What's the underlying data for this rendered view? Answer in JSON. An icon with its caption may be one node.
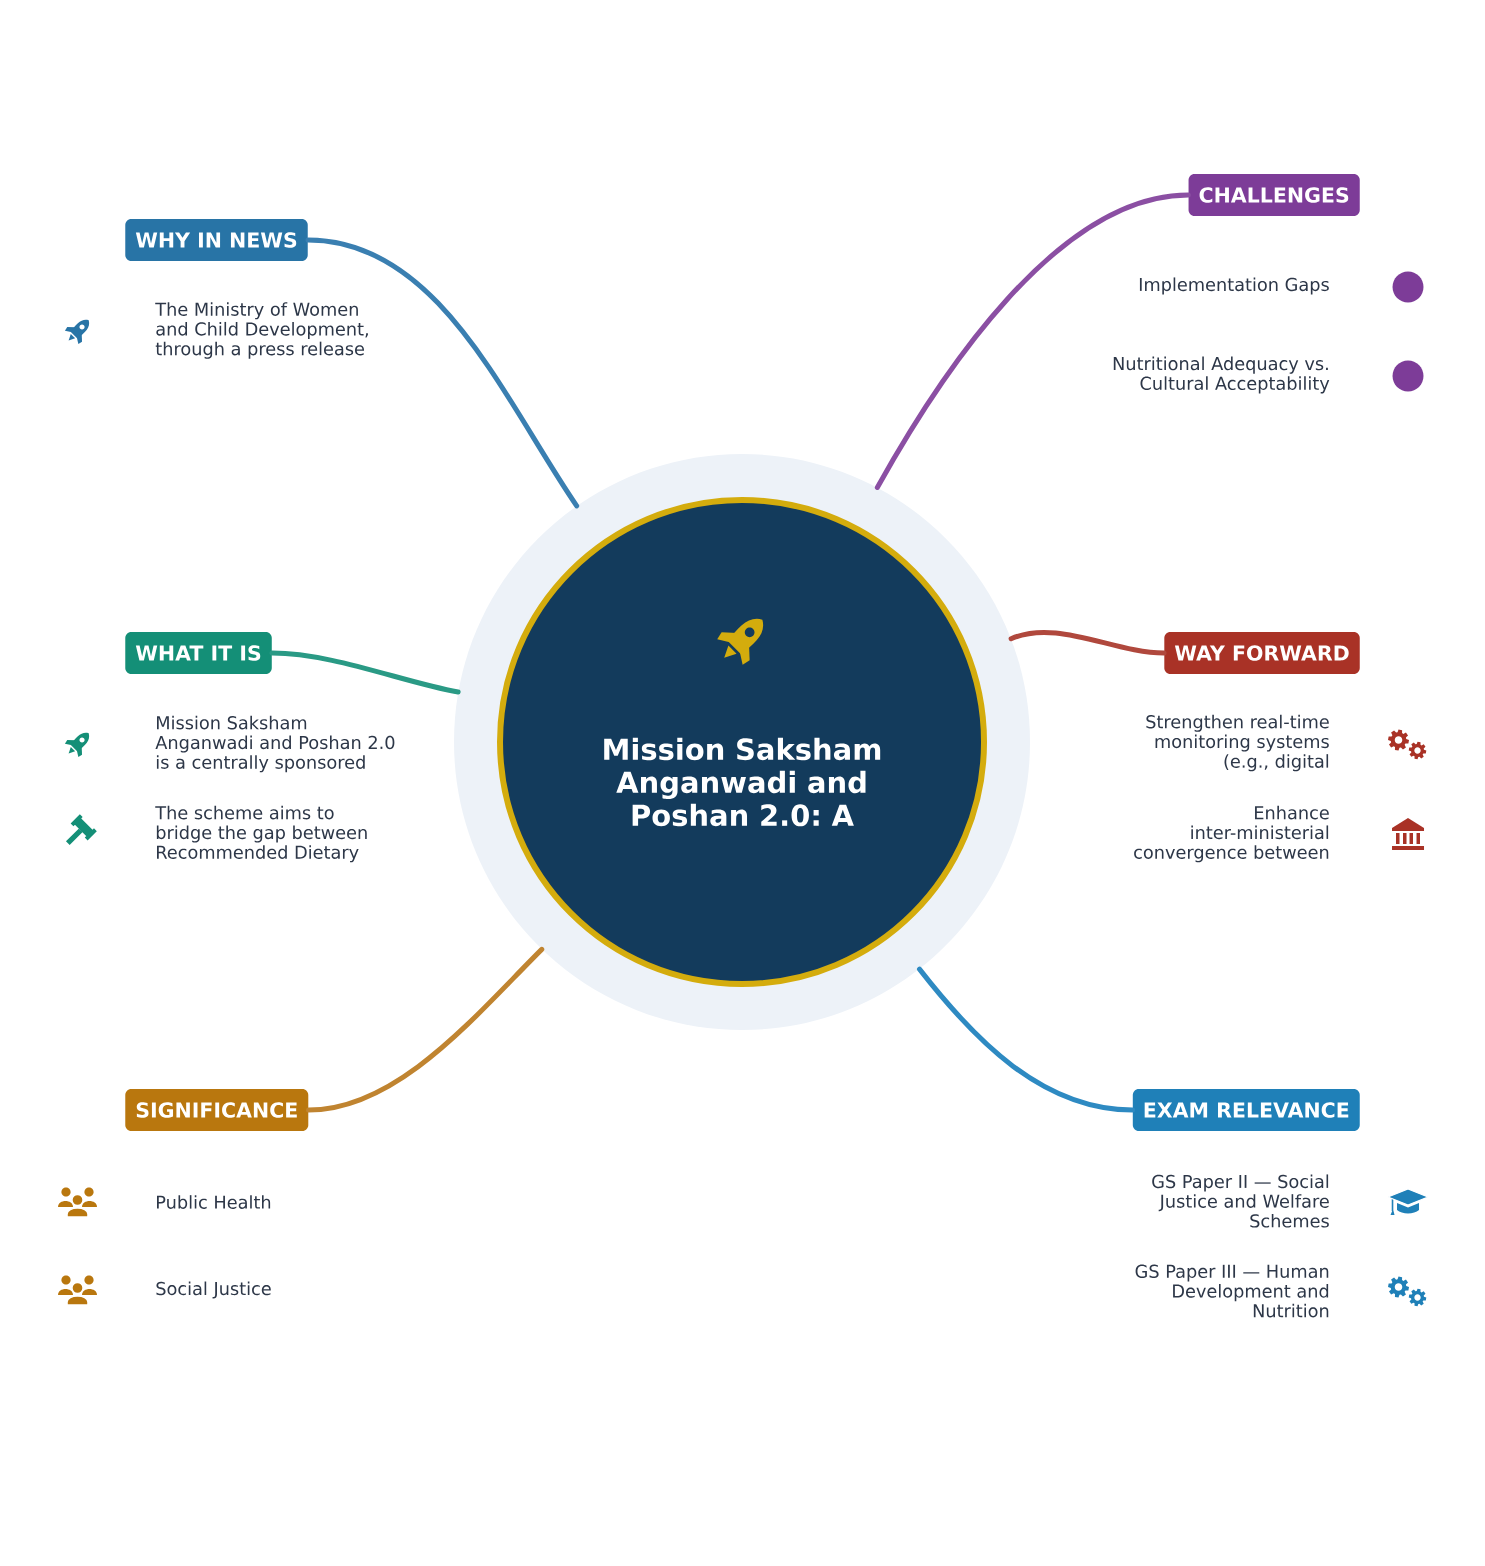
{
  "diagram": {
    "nodes": [
      {
        "text": [
          "Mission Saksham Anganwadi and Poshan 2.0: A"
        ]
      },
      {
        "text": [
          "WHY IN NEWS"
        ]
      },
      {
        "text": [
          "CHALLENGES"
        ]
      },
      {
        "text": [
          "WHAT IT IS"
        ]
      },
      {
        "text": [
          "WAY FORWARD"
        ]
      },
      {
        "text": [
          "SIGNIFICANCE"
        ]
      },
      {
        "text": [
          "EXAM RELEVANCE"
        ]
      }
    ],
    "edges": [
      {
        "from": 0,
        "to": 1,
        "arrow": "none",
        "color": "#3a7fb1"
      },
      {
        "from": 0,
        "to": 2,
        "arrow": "none",
        "color": "#8b4fa3"
      },
      {
        "from": 0,
        "to": 3,
        "arrow": "none",
        "color": "#2a9a85"
      },
      {
        "from": 0,
        "to": 4,
        "arrow": "none",
        "color": "#b0483d"
      },
      {
        "from": 0,
        "to": 5,
        "arrow": "none",
        "color": "#c08430"
      },
      {
        "from": 0,
        "to": 6,
        "arrow": "none",
        "color": "#2e8ac2"
      }
    ],
    "labels": [
      "The Ministry of Women and Child Development, through a press release",
      "Implementation Gaps",
      "Nutritional Adequacy vs. Cultural Acceptability",
      "Mission Saksham Anganwadi and Poshan 2.0 is a centrally sponsored",
      "The scheme aims to bridge the gap between Recommended Dietary",
      "Strengthen real-time monitoring systems (e.g., digital",
      "Enhance inter-ministerial convergence between",
      "Public Health",
      "Social Justice",
      "GS Paper II — Social Justice and Welfare Schemes",
      "GS Paper III — Human Development and Nutrition"
    ]
  }
}
